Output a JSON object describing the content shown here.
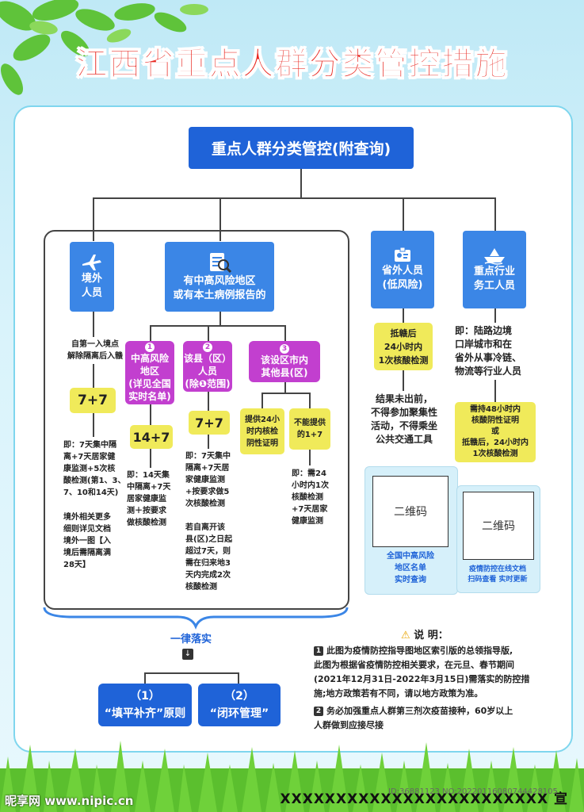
{
  "title": "江西省重点人群分类管控措施",
  "top_box": "重点人群分类管控(附查询)",
  "cards": {
    "overseas": {
      "line1": "境外",
      "line2": "人员"
    },
    "risk_area": {
      "line1": "有中高风险地区",
      "line2": "或有本土病例报告的"
    },
    "outside_province": {
      "line1": "省外人员",
      "line2": "(低风险)"
    },
    "key_industry": {
      "line1": "重点行业",
      "line2": "务工人员"
    }
  },
  "overseas": {
    "entry_text1": "自第一入境点",
    "entry_text2": "解除隔离后入赣",
    "badge": "7+7",
    "detail": [
      "即：7天集中隔",
      "离+7天居家健",
      "康监测+5次核",
      "酸检测(第1、3、",
      "7、10和14天)"
    ],
    "more": [
      "境外相关更多",
      "细则详见文档",
      "境外一图【入",
      "境后需隔离满",
      "28天】"
    ]
  },
  "sub": {
    "s1": {
      "num": "1",
      "lines": [
        "中高风险",
        "地区",
        "(详见全国",
        "实时名单)"
      ]
    },
    "s2": {
      "num": "2",
      "lines": [
        "该县（区）",
        "人员",
        "(除❶范围)"
      ]
    },
    "s3": {
      "num": "3",
      "lines": [
        "该设区市内",
        "其他县(区)"
      ]
    }
  },
  "s1_badge": "14+7",
  "s1_detail": [
    "即：14天集",
    "中隔离+7天",
    "居家健康监",
    "测＋按要求",
    "做核酸检测"
  ],
  "s2_badge": "7+7",
  "s2_detail": [
    "即：7天集中",
    "隔离+7天居",
    "家健康监测",
    "+按要求做5",
    "次核酸检测"
  ],
  "s2_more": [
    "若自离开该",
    "县(区)之日起",
    "超过7天，则",
    "需在归来地3",
    "天内完成2次",
    "核酸检测"
  ],
  "s3_a": [
    "提供24小",
    "时内核检",
    "阴性证明"
  ],
  "s3_b": [
    "不能提供",
    "的1+7"
  ],
  "s3_detail": [
    "即：需24",
    "小时内1次",
    "核酸检测",
    "+7天居家",
    "健康监测"
  ],
  "province_badge": [
    "抵赣后",
    "24小时内",
    "1次核酸检测"
  ],
  "province_text": [
    "结果未出前，",
    "不得参加聚集性",
    "活动，不得乘坐",
    "公共交通工具"
  ],
  "industry_text": [
    "即：陆路边境",
    "口岸城市和在",
    "省外从事冷链、",
    "物流等行业人员"
  ],
  "industry_badge": [
    "需持48小时内",
    "核酸阴性证明",
    "或",
    "抵赣后，24小时内",
    "1次核酸检测"
  ],
  "qr1": {
    "label": "二维码",
    "cap": [
      "全国中高风险",
      "地区名单",
      "实时查询"
    ]
  },
  "qr2": {
    "label": "二维码",
    "cap": [
      "疫情防控在线文档",
      "扫码查看 实时更新"
    ]
  },
  "implement": "一律落实",
  "btn1": {
    "num": "（1）",
    "text": "“填平补齐”原则"
  },
  "btn2": {
    "num": "（2）",
    "text": "“闭环管理”"
  },
  "note_title": "说 明：",
  "note1": [
    "此图为疫情防控指导图地区索引版的总领指导版,",
    "此图为根据省疫情防控相关要求，在元旦、春节期间",
    "(2021年12月31日-2022年3月15日)需落实的防控措",
    "施;地方政策若有不同，请以地方政策为准。"
  ],
  "note2": [
    "务必加强重点人群第三剂次疫苗接种，60岁以上",
    "人群做到应接尽接"
  ],
  "footer": "XXXXXXXXXXXXXXXXXXXXXXXX 宣",
  "watermark": "昵享网 www.nipic.cn",
  "watermark_id": "ID:36881123 NO:20220116080744428105"
}
